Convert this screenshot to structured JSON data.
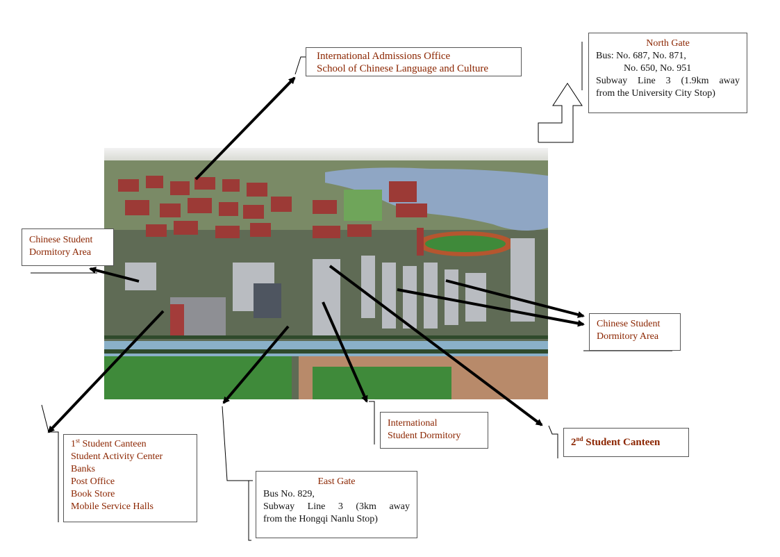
{
  "labels": {
    "admissions": {
      "line1": "International Admissions Office",
      "line2": "School of Chinese Language and Culture"
    },
    "north_gate": {
      "title": "North Gate",
      "bus1": "Bus: No. 687, No. 871,",
      "bus2": "No. 650, No. 951",
      "subway1": "Subway Line 3 (1.9km away",
      "subway2": "from the University City Stop)"
    },
    "dorm_left": {
      "line1": "Chinese Student",
      "line2": "Dormitory Area"
    },
    "dorm_right": {
      "line1": "Chinese Student",
      "line2": "Dormitory Area"
    },
    "canteen1_block": {
      "canteen_num": "1",
      "canteen_sup": "st",
      "canteen_text": " Student Canteen",
      "activity": "Student Activity Center",
      "banks": "Banks",
      "post": "Post Office",
      "book": "Book Store",
      "mobile": "Mobile Service Halls"
    },
    "east_gate": {
      "title": "East Gate",
      "bus": "Bus No. 829,",
      "subway1": "Subway Line 3 (3km away",
      "subway2": "from the Hongqi Nanlu Stop)"
    },
    "intl_dorm": {
      "line1": "International",
      "line2": "Student Dormitory"
    },
    "canteen2": {
      "num": "2",
      "sup": "nd",
      "text": " Student Canteen"
    }
  },
  "colors": {
    "label_red": "#8b2500",
    "text_black": "#111111",
    "lake": "#8fa6c4",
    "field_green": "#3f8a3a",
    "building_red": "#9c3a36"
  }
}
